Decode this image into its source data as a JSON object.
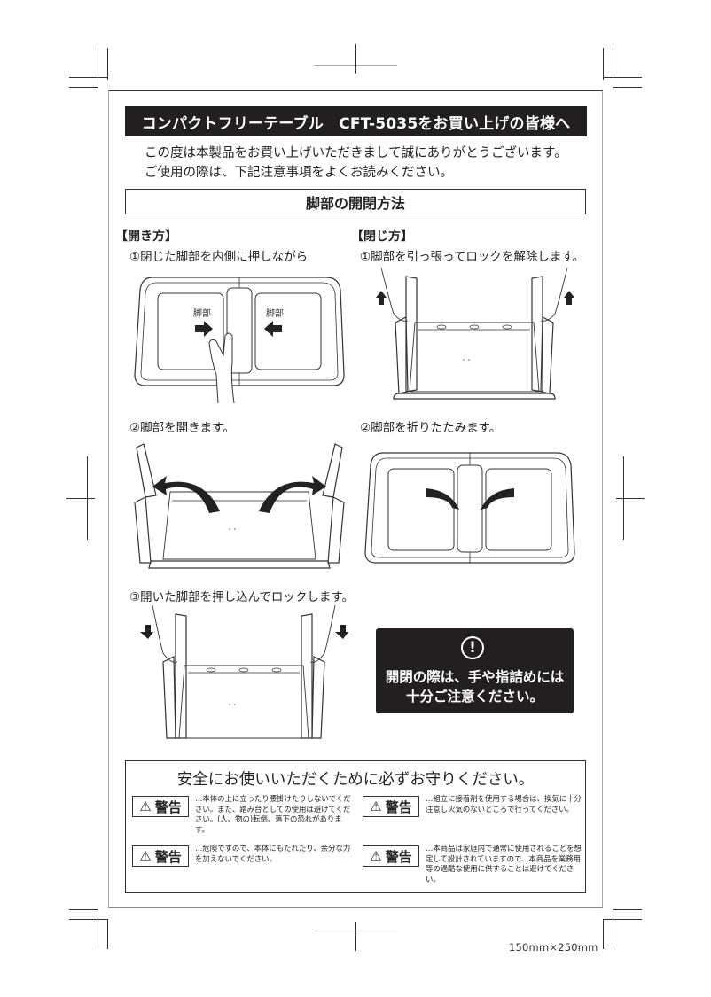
{
  "header": {
    "title": "コンパクトフリーテーブル　CFT-5035をお買い上げの皆様へ",
    "intro_lines": [
      "この度は本製品をお買い上げいただきまして誠にありがとうございます。",
      "ご使用の際は、下記注意事項をよくお読みください。"
    ]
  },
  "section": {
    "title": "脚部の開閉方法"
  },
  "open_column": {
    "heading": "【開き方】",
    "steps": [
      {
        "label": "①閉じた脚部を内側に押しながら",
        "illustration": "folded-table-push-legs-inward",
        "annotations": [
          "脚部",
          "脚部"
        ]
      },
      {
        "label": "②脚部を開きます。",
        "illustration": "open-legs-outward-arrows"
      },
      {
        "label": "③開いた脚部を押し込んでロックします。",
        "illustration": "push-legs-down-lock"
      }
    ]
  },
  "close_column": {
    "heading": "【閉じ方】",
    "steps": [
      {
        "label": "①脚部を引っ張ってロックを解除します。",
        "illustration": "pull-legs-up-unlock"
      },
      {
        "label": "②脚部を折りたたみます。",
        "illustration": "fold-legs-inward-arrows"
      }
    ]
  },
  "caution_panel": {
    "icon": "exclamation-circle-icon",
    "symbol": "!",
    "lines": [
      "開閉の際は、手や指詰めには",
      "十分ご注意ください。"
    ]
  },
  "safety": {
    "title": "安全にお使いいただくために必ずお守りください。",
    "warnings": [
      {
        "badge": "警告",
        "icon": "warning-triangle-icon",
        "symbol": "⚠",
        "text": "…本体の上に立ったり腰掛けたりしないでください。また、踏み台としての使用は避けてください。(人、物の)転倒、落下の恐れがあります。"
      },
      {
        "badge": "警告",
        "icon": "warning-triangle-icon",
        "symbol": "⚠",
        "text": "…組立に接着剤を使用する場合は、換気に十分注意し火気のないところで行ってください。"
      },
      {
        "badge": "警告",
        "icon": "warning-triangle-icon",
        "symbol": "⚠",
        "text": "…危険ですので、本体にもたれたり、余分な力を加えないでください。"
      },
      {
        "badge": "警告",
        "icon": "warning-triangle-icon",
        "symbol": "⚠",
        "text": "…本商品は家庭内で通常に使用されることを想定して設計されていますので、本商品を業務用等の過酷な使用に供することは避けてください。"
      }
    ]
  },
  "footer": {
    "size_label": "150mm×250mm"
  },
  "colors": {
    "dark_panel": "#231f20",
    "line": "#333333",
    "trim_gray": "#aaaaaa"
  }
}
